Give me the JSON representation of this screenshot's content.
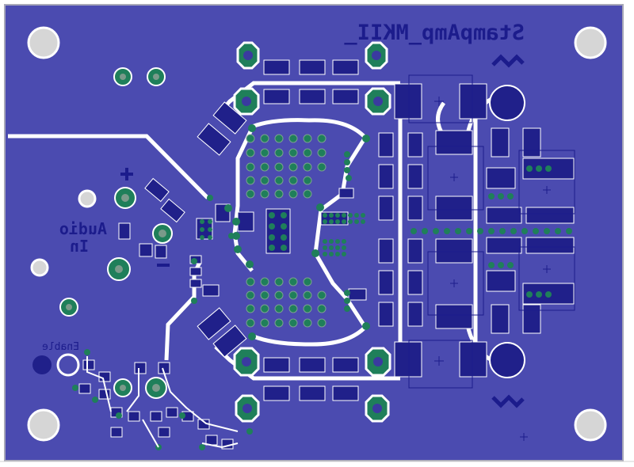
{
  "board": {
    "title": "StampAmp_MKII_",
    "label_audio": "Audio",
    "label_in": "In",
    "label_enable": "Enable",
    "plus_sign": "+",
    "minus_sign": "−"
  },
  "colors": {
    "board": "#4b4bb0",
    "border": "#9a9aa8",
    "copper_trace": "#ffffff",
    "pad_fill": "#20208a",
    "via_ring": "#1f7f5a",
    "hole": "#d6d6d6",
    "silkscreen": "#1c1c8c"
  }
}
